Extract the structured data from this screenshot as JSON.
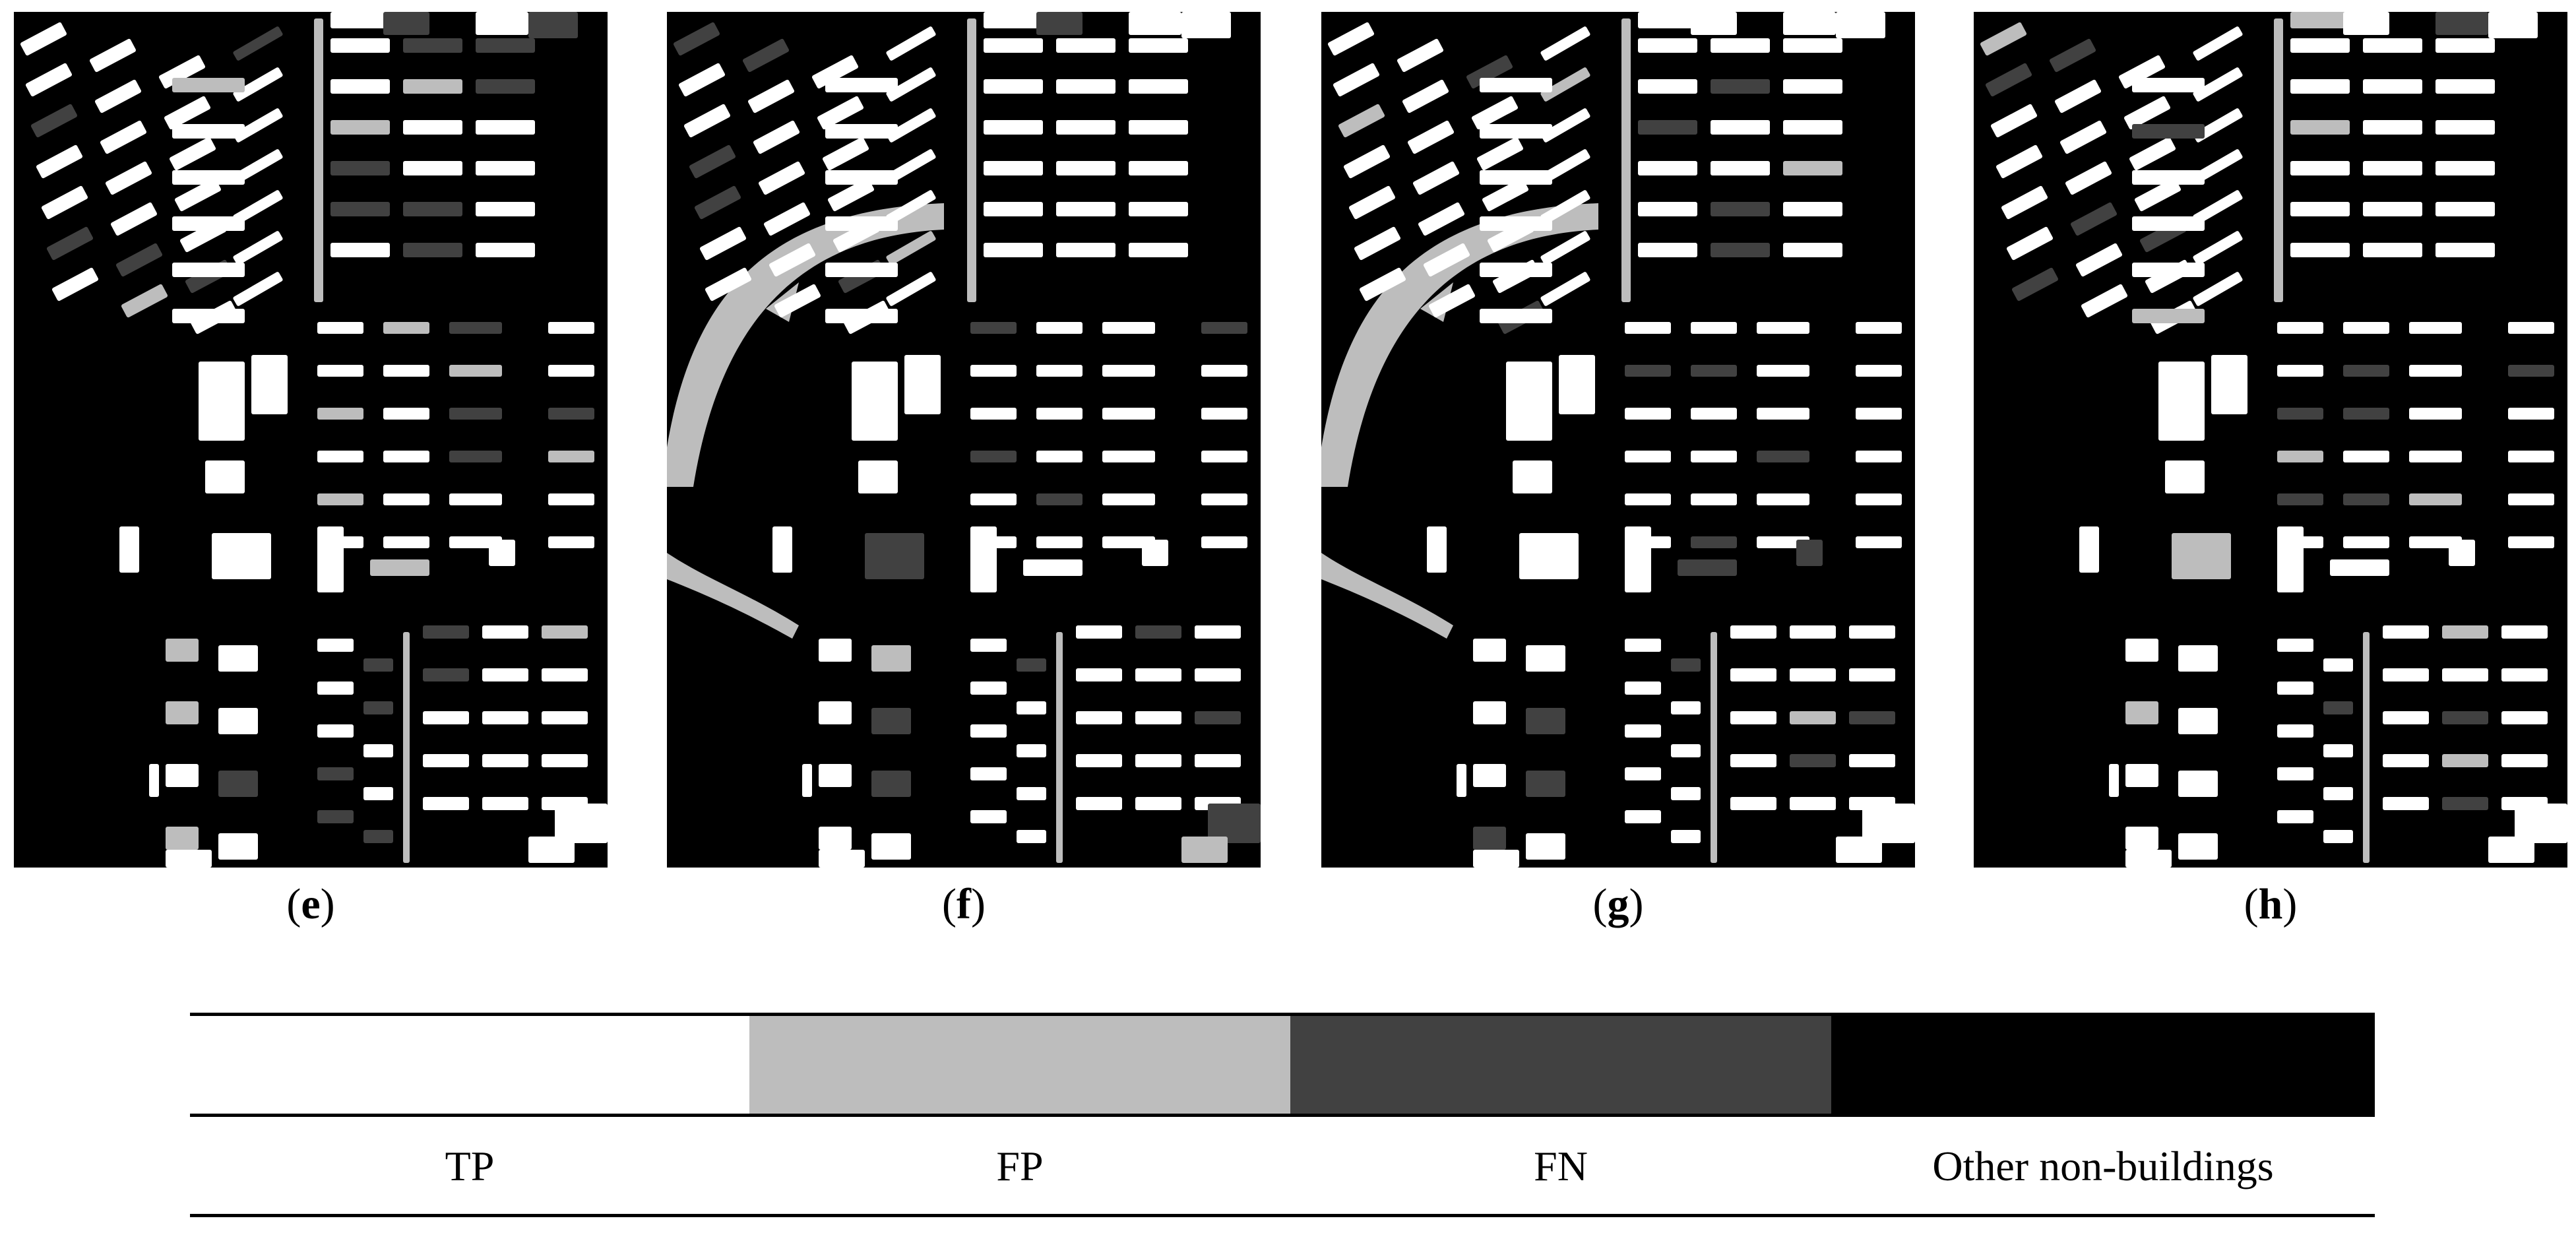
{
  "captions": {
    "e": "e",
    "f": "f",
    "g": "g",
    "h": "h"
  },
  "legend": {
    "items": [
      {
        "label": "TP",
        "color": "#ffffff"
      },
      {
        "label": "FP",
        "color": "#bdbdbd"
      },
      {
        "label": "FN",
        "color": "#414141"
      },
      {
        "label": "Other non-buildings",
        "color": "#000000"
      }
    ]
  },
  "colors": {
    "tp": "#ffffff",
    "fp": "#bdbdbd",
    "fn": "#414141",
    "background": "#000000"
  }
}
